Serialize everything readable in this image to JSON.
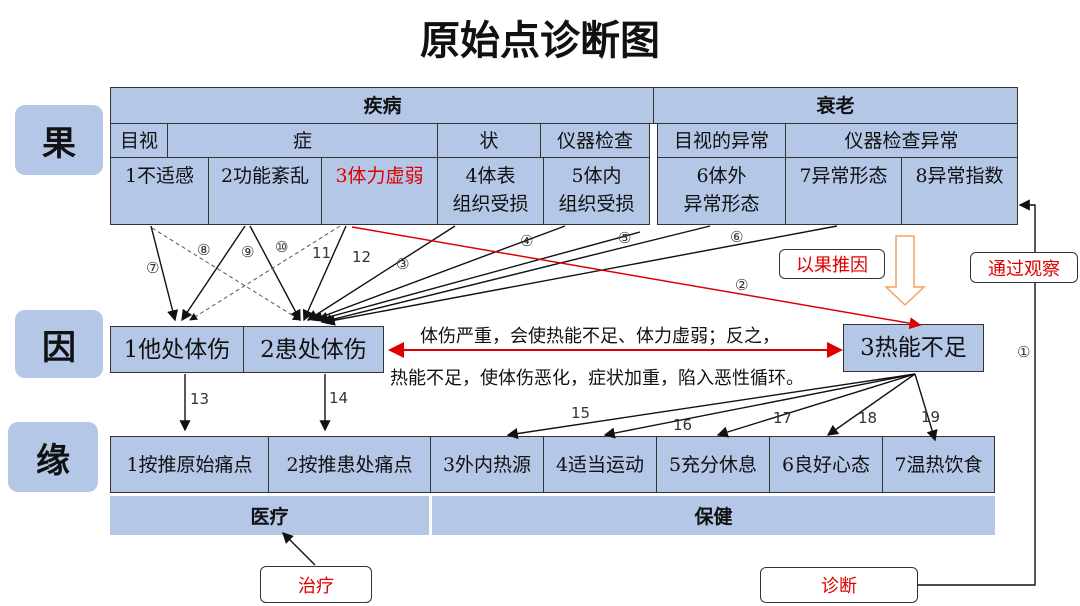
{
  "title": "原始点诊断图",
  "side_labels": {
    "guo": "果",
    "yin": "因",
    "yuan": "缘"
  },
  "effects": {
    "disease": "疾病",
    "aging": "衰老",
    "sub": {
      "visual": "目视",
      "symptom_a": "症",
      "symptom_b": "状",
      "instrument": "仪器检查",
      "visual_abnormal": "目视的异常",
      "instrument_abnormal": "仪器检查异常"
    },
    "items": [
      "1不适感",
      "2功能紊乱",
      "3体力虚弱",
      "4体表\n组织受损",
      "5体内\n组织受损",
      "6体外\n异常形态",
      "7异常形态",
      "8异常指数"
    ]
  },
  "causes": {
    "items": [
      "1他处体伤",
      "2患处体伤"
    ],
    "heat": "3热能不足"
  },
  "cycle_note": {
    "line1": "体伤严重，会使热能不足、体力虚弱；反之，",
    "line2": "热能不足，使体伤恶化，症状加重，陷入恶性循环。"
  },
  "conditions": {
    "items": [
      "1按推原始痛点",
      "2按推患处痛点",
      "3外内热源",
      "4适当运动",
      "5充分休息",
      "6良好心态",
      "7温热饮食"
    ],
    "medical": "医疗",
    "health": "保健"
  },
  "tags": {
    "infer": "以果推因",
    "observe": "通过观察",
    "treat": "治疗",
    "diagnose": "诊断"
  },
  "arrow_labels": {
    "a1": "①",
    "a2": "②",
    "a3": "③",
    "a4": "④",
    "a5": "⑤",
    "a6": "⑥",
    "a7": "⑦",
    "a8": "⑧",
    "a9": "⑨",
    "a10": "⑩",
    "a11": "11",
    "a12": "12",
    "a13": "13",
    "a14": "14",
    "a15": "15",
    "a16": "16",
    "a17": "17",
    "a18": "18",
    "a19": "19"
  },
  "colors": {
    "fill": "#b4c7e7",
    "red": "#d00000",
    "orange": "#f4a460"
  }
}
